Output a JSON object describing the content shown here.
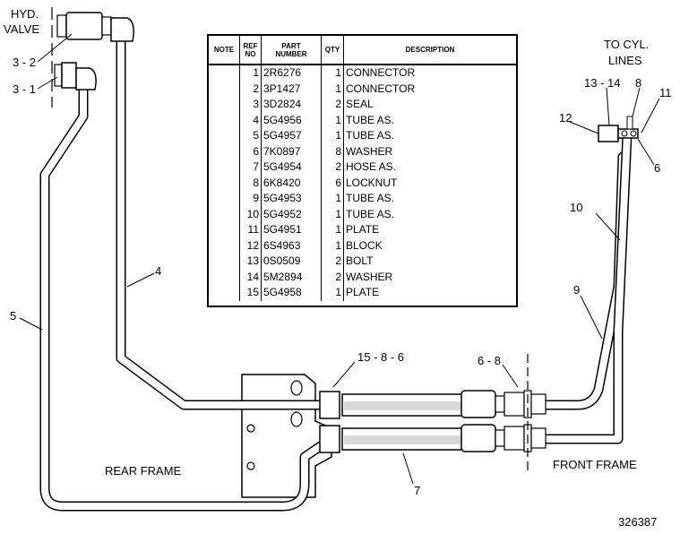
{
  "labels": {
    "hyd_valve_line1": "HYD.",
    "hyd_valve_line2": "VALVE",
    "to_cyl_line1": "TO CYL.",
    "to_cyl_line2": "LINES",
    "rear_frame": "REAR FRAME",
    "front_frame": "FRONT FRAME",
    "figure_number": "326387"
  },
  "callouts": {
    "c3_2": "3 - 2",
    "c3_1": "3 - 1",
    "c4": "4",
    "c5": "5",
    "c15_8_6": "15 - 8 - 6",
    "c6_8": "6 - 8",
    "c7": "7",
    "c9": "9",
    "c10": "10",
    "c12": "12",
    "c13_14": "13 - 14",
    "c8": "8",
    "c11": "11",
    "c6": "6"
  },
  "table": {
    "headers": {
      "note": "NOTE",
      "ref_l1": "REF",
      "ref_l2": "NO",
      "part_l1": "PART",
      "part_l2": "NUMBER",
      "qty": "QTY",
      "desc": "DESCRIPTION"
    },
    "rows": [
      {
        "ref": "1",
        "part": "2R6276",
        "qty": "1",
        "desc": "CONNECTOR"
      },
      {
        "ref": "2",
        "part": "3P1427",
        "qty": "1",
        "desc": "CONNECTOR"
      },
      {
        "ref": "3",
        "part": "3D2824",
        "qty": "2",
        "desc": "SEAL"
      },
      {
        "ref": "4",
        "part": "5G4956",
        "qty": "1",
        "desc": "TUBE  AS."
      },
      {
        "ref": "5",
        "part": "5G4957",
        "qty": "1",
        "desc": "TUBE  AS."
      },
      {
        "ref": "6",
        "part": "7K0897",
        "qty": "8",
        "desc": "WASHER"
      },
      {
        "ref": "7",
        "part": "5G4954",
        "qty": "2",
        "desc": "HOSE  AS."
      },
      {
        "ref": "8",
        "part": "6K8420",
        "qty": "6",
        "desc": "LOCKNUT"
      },
      {
        "ref": "9",
        "part": "5G4953",
        "qty": "1",
        "desc": "TUBE  AS."
      },
      {
        "ref": "10",
        "part": "5G4952",
        "qty": "1",
        "desc": "TUBE  AS."
      },
      {
        "ref": "11",
        "part": "5G4951",
        "qty": "1",
        "desc": "PLATE"
      },
      {
        "ref": "12",
        "part": "6S4963",
        "qty": "1",
        "desc": "BLOCK"
      },
      {
        "ref": "13",
        "part": "0S0509",
        "qty": "2",
        "desc": "BOLT"
      },
      {
        "ref": "14",
        "part": "5M2894",
        "qty": "2",
        "desc": "WASHER"
      },
      {
        "ref": "15",
        "part": "5G4958",
        "qty": "1",
        "desc": "PLATE"
      }
    ]
  }
}
